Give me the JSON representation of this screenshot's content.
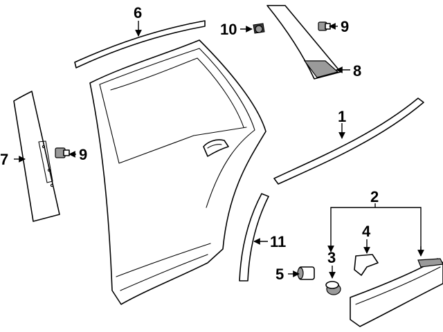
{
  "callouts": {
    "c1": "1",
    "c2": "2",
    "c3": "3",
    "c4": "4",
    "c5": "5",
    "c6": "6",
    "c7": "7",
    "c8": "8",
    "c9a": "9",
    "c9b": "9",
    "c10": "10",
    "c11": "11"
  },
  "colors": {
    "line": "#000000",
    "background": "#ffffff",
    "shading": "#9a9a9a"
  }
}
